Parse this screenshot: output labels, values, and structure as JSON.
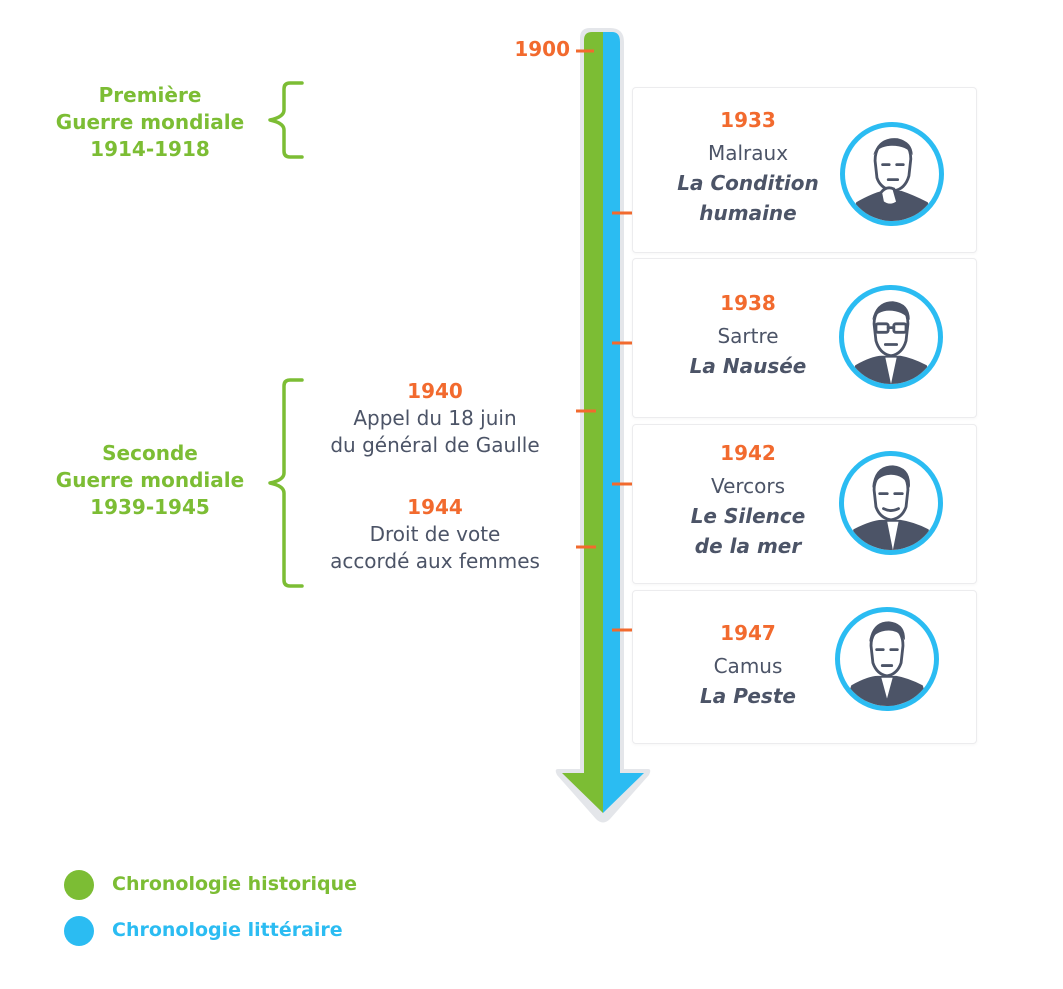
{
  "timeline": {
    "start_year": "1900",
    "colors": {
      "history": "#7cbd34",
      "literature": "#2bbcf2",
      "accent": "#f26a2e",
      "text": "#4c5467"
    }
  },
  "periods": [
    {
      "line1": "Première",
      "line2": "Guerre mondiale",
      "years": "1914-1918"
    },
    {
      "line1": "Seconde",
      "line2": "Guerre mondiale",
      "years": "1939-1945"
    }
  ],
  "history_events": [
    {
      "year": "1940",
      "line1": "Appel du 18 juin",
      "line2": "du général de Gaulle"
    },
    {
      "year": "1944",
      "line1": "Droit de vote",
      "line2": "accordé aux femmes"
    }
  ],
  "literature_events": [
    {
      "year": "1933",
      "author": "Malraux",
      "title_line1": "La Condition",
      "title_line2": "humaine",
      "icon": "portrait-malraux-icon"
    },
    {
      "year": "1938",
      "author": "Sartre",
      "title_line1": "La Nausée",
      "title_line2": "",
      "icon": "portrait-sartre-icon"
    },
    {
      "year": "1942",
      "author": "Vercors",
      "title_line1": "Le Silence",
      "title_line2": "de la mer",
      "icon": "portrait-vercors-icon"
    },
    {
      "year": "1947",
      "author": "Camus",
      "title_line1": "La Peste",
      "title_line2": "",
      "icon": "portrait-camus-icon"
    }
  ],
  "legend": [
    {
      "label": "Chronologie historique",
      "color": "#7cbd34"
    },
    {
      "label": "Chronologie littéraire",
      "color": "#2bbcf2"
    }
  ]
}
